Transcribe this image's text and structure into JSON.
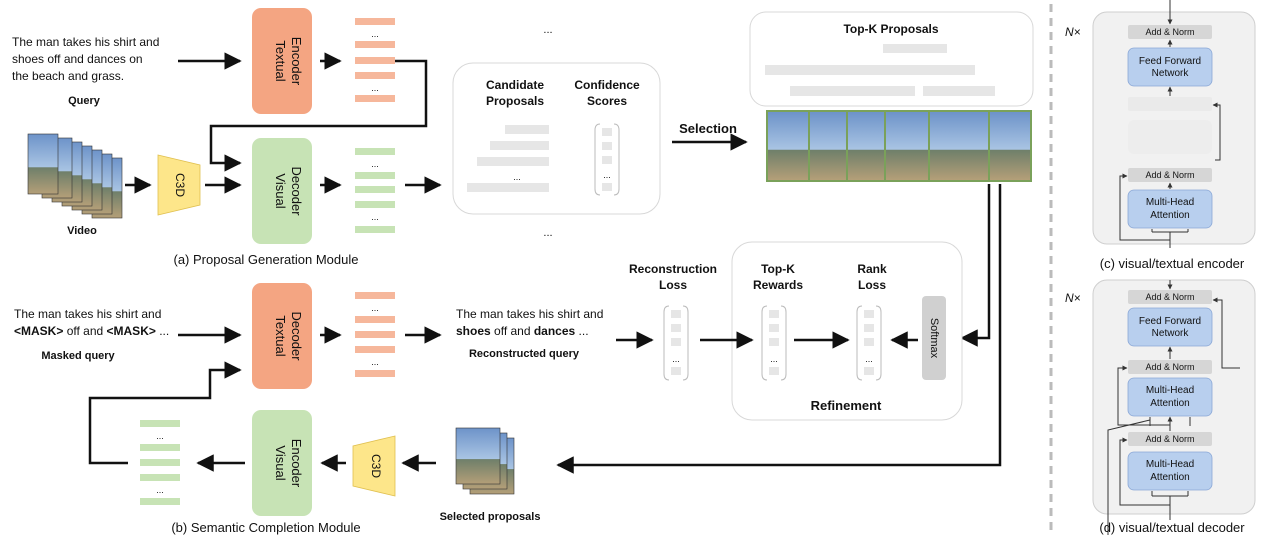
{
  "colors": {
    "orange": "#f4a582",
    "green": "#c7e3b5",
    "yellow": "#fde68a",
    "blue": "#b8cfee",
    "gray_bar": "#e6e6e6",
    "panel": "#f1f1f1",
    "arrow": "#111111"
  },
  "section_a": {
    "query_text": [
      "The man takes his shirt and",
      "shoes off and dances on",
      "the beach and grass."
    ],
    "query_label": "Query",
    "video_label": "Video",
    "c3d": "C3D",
    "textual_encoder": [
      "Textual",
      "Encoder"
    ],
    "visual_decoder": [
      "Visual",
      "Decoder"
    ],
    "caption": "(a) Proposal Generation Module"
  },
  "candidates": {
    "col1": [
      "Candidate",
      "Proposals"
    ],
    "col2": [
      "Confidence",
      "Scores"
    ],
    "dots": "..."
  },
  "selection_label": "Selection",
  "topk_title": "Top-K Proposals",
  "refinement": {
    "recon_loss": [
      "Reconstruction",
      "Loss"
    ],
    "topk_rewards": [
      "Top-K",
      "Rewards"
    ],
    "rank_loss": [
      "Rank",
      "Loss"
    ],
    "softmax": "Softmax",
    "title": "Refinement"
  },
  "section_b": {
    "masked_line1": "The man takes his shirt and",
    "mask_token": "<MASK>",
    "masked_mid": " off and ",
    "masked_end": " ...",
    "masked_label": "Masked query",
    "textual_decoder": [
      "Textual",
      "Decoder"
    ],
    "recon_line1": "The man takes his shirt and",
    "recon_word1": "shoes",
    "recon_mid": " off and ",
    "recon_word2": "dances",
    "recon_end": " ...",
    "recon_label": "Reconstructed query",
    "visual_encoder": [
      "Visual",
      "Encoder"
    ],
    "c3d": "C3D",
    "selected_label": "Selected proposals",
    "caption": "(b) Semantic Completion Module"
  },
  "section_c": {
    "nx": "N×",
    "add_norm": "Add & Norm",
    "ffn": [
      "Feed Forward",
      "Network"
    ],
    "mha": [
      "Multi-Head",
      "Attention"
    ],
    "caption": "(c) visual/textual encoder"
  },
  "section_d": {
    "nx": "N×",
    "add_norm": "Add & Norm",
    "ffn": [
      "Feed Forward",
      "Network"
    ],
    "mha": [
      "Multi-Head",
      "Attention"
    ],
    "caption": "(d) visual/textual decoder"
  }
}
